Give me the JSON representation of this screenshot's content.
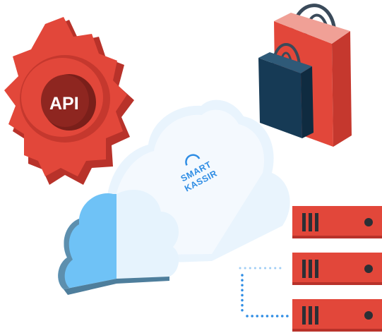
{
  "gear": {
    "label": "API",
    "icon": "gear-icon"
  },
  "brand": {
    "line1": "SMART",
    "line2": "KASSIR",
    "icon": "cloud-icon"
  },
  "bags": {
    "icon": "shopping-bags-icon"
  },
  "servers": {
    "icon": "server-rack-icon",
    "count": 3
  },
  "colors": {
    "red": "#e2473a",
    "red_dark": "#b8322a",
    "red_deep": "#7a1f1a",
    "navy": "#163a55",
    "cloud_light": "#e6f3fd",
    "cloud_blue": "#6fc2f6",
    "cloud_edge": "#5d8fae",
    "brand_blue": "#2f8de4",
    "dots": "#2f8de4"
  }
}
